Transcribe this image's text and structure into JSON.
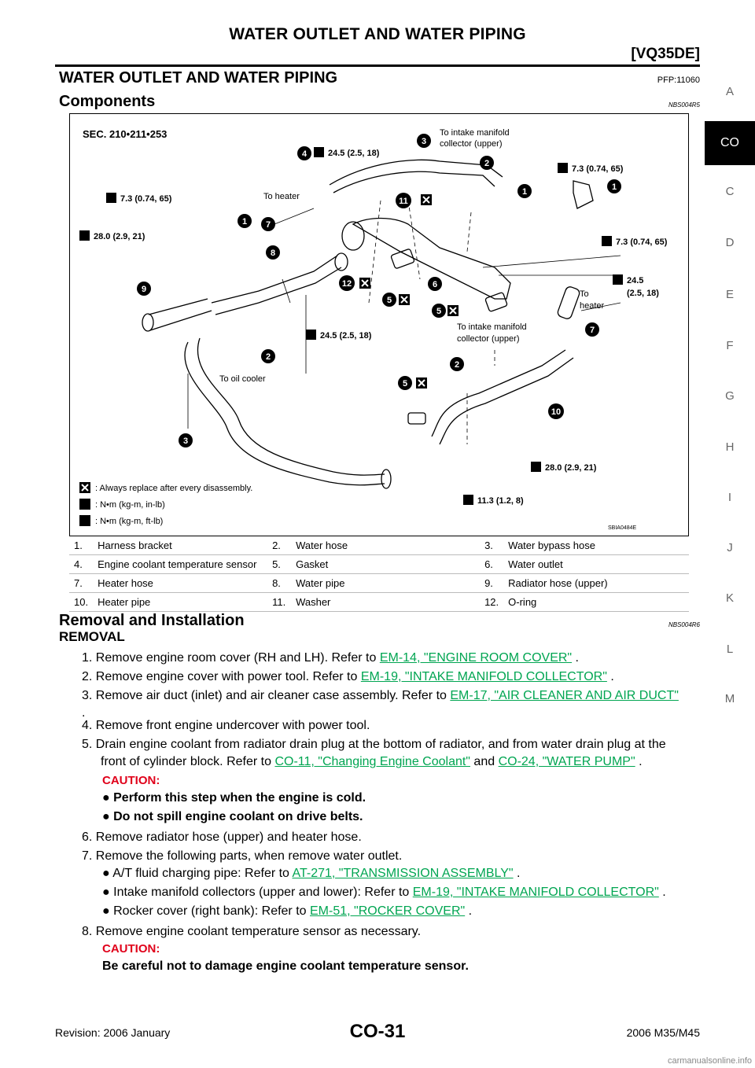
{
  "header": {
    "title": "WATER OUTLET AND WATER PIPING",
    "model": "[VQ35DE]"
  },
  "side_index": [
    "A",
    "CO",
    "C",
    "D",
    "E",
    "F",
    "G",
    "H",
    "I",
    "J",
    "K",
    "L",
    "M"
  ],
  "section": {
    "title": "WATER OUTLET AND WATER PIPING",
    "pfp": "PFP:11060"
  },
  "components": {
    "title": "Components",
    "code": "NBS004R5"
  },
  "figure": {
    "sec": "SEC. 210•211•253",
    "fig_code": "SBIA0484E",
    "torques": {
      "t1": "24.5 (2.5, 18)",
      "t2": "7.3 (0.74, 65)",
      "t3": "7.3 (0.74, 65)",
      "t4": "28.0 (2.9, 21)",
      "t5": "7.3 (0.74, 65)",
      "t6a": "24.5",
      "t6b": "(2.5, 18)",
      "t7": "24.5 (2.5, 18)",
      "t8": "28.0 (2.9, 21)",
      "t9": "11.3 (1.2, 8)"
    },
    "notes": {
      "n1a": "To intake manifold",
      "n1b": "collector (upper)",
      "n2": "To heater",
      "n3a": "To",
      "n3b": "heater",
      "n4a": "To intake manifold",
      "n4b": "collector (upper)",
      "n5": "To oil cooler"
    },
    "key": {
      "replace": ": Always replace after every disassembly.",
      "nm_in": ": N•m (kg-m, in-lb)",
      "nm_ft": ": N•m (kg-m, ft-lb)"
    },
    "callouts": [
      "1",
      "2",
      "3",
      "4",
      "5",
      "6",
      "7",
      "8",
      "9",
      "10",
      "11",
      "12"
    ]
  },
  "legend": [
    [
      "1.",
      "Harness bracket",
      "2.",
      "Water hose",
      "3.",
      "Water bypass hose"
    ],
    [
      "4.",
      "Engine coolant temperature sensor",
      "5.",
      "Gasket",
      "6.",
      "Water outlet"
    ],
    [
      "7.",
      "Heater hose",
      "8.",
      "Water pipe",
      "9.",
      "Radiator hose (upper)"
    ],
    [
      "10.",
      "Heater pipe",
      "11.",
      "Washer",
      "12.",
      "O-ring"
    ]
  ],
  "removal": {
    "title": "Removal and Installation",
    "code": "NBS004R6",
    "sub": "REMOVAL",
    "s1": {
      "text": "1.  Remove engine room cover (RH and LH). Refer to ",
      "link": "EM-14, \"ENGINE ROOM COVER\"",
      "end": " ."
    },
    "s2": {
      "text": "2.  Remove engine cover with power tool. Refer to ",
      "link": "EM-19, \"INTAKE MANIFOLD COLLECTOR\"",
      "end": " ."
    },
    "s3": {
      "text": "3.  Remove air duct (inlet) and air cleaner case assembly. Refer to ",
      "link": "EM-17, \"AIR CLEANER AND AIR DUCT\"",
      "end": "."
    },
    "s4": "4.  Remove front engine undercover with power tool.",
    "s5": {
      "text1": "5.  Drain engine coolant from radiator drain plug at the bottom of radiator, and from water drain plug at the",
      "text2": "front of cylinder block. Refer to ",
      "link1": "CO-11, \"Changing Engine Coolant\"",
      "mid": " and ",
      "link2": "CO-24, \"WATER PUMP\"",
      "end": " ."
    },
    "caution1": "CAUTION:",
    "c1a": "Perform this step when the engine is cold.",
    "c1b": "Do not spill engine coolant on drive belts.",
    "s6": "6.  Remove radiator hose (upper) and heater hose.",
    "s7": "7.  Remove the following parts, when remove water outlet.",
    "b1": {
      "text": "A/T fluid charging pipe: Refer to ",
      "link": "AT-271, \"TRANSMISSION ASSEMBLY\"",
      "end": " ."
    },
    "b2": {
      "text": "Intake manifold collectors (upper and lower): Refer to ",
      "link": "EM-19, \"INTAKE MANIFOLD COLLECTOR\"",
      "end": " ."
    },
    "b3": {
      "text": "Rocker cover (right bank): Refer to ",
      "link": "EM-51, \"ROCKER COVER\"",
      "end": " ."
    },
    "s8": "8.  Remove engine coolant temperature sensor as necessary.",
    "caution2": "CAUTION:",
    "c2": "Be careful not to damage engine coolant temperature sensor."
  },
  "footer": {
    "revision": "Revision: 2006 January",
    "page": "CO-31",
    "model": "2006 M35/M45"
  },
  "watermark": "carmanualsonline.info"
}
